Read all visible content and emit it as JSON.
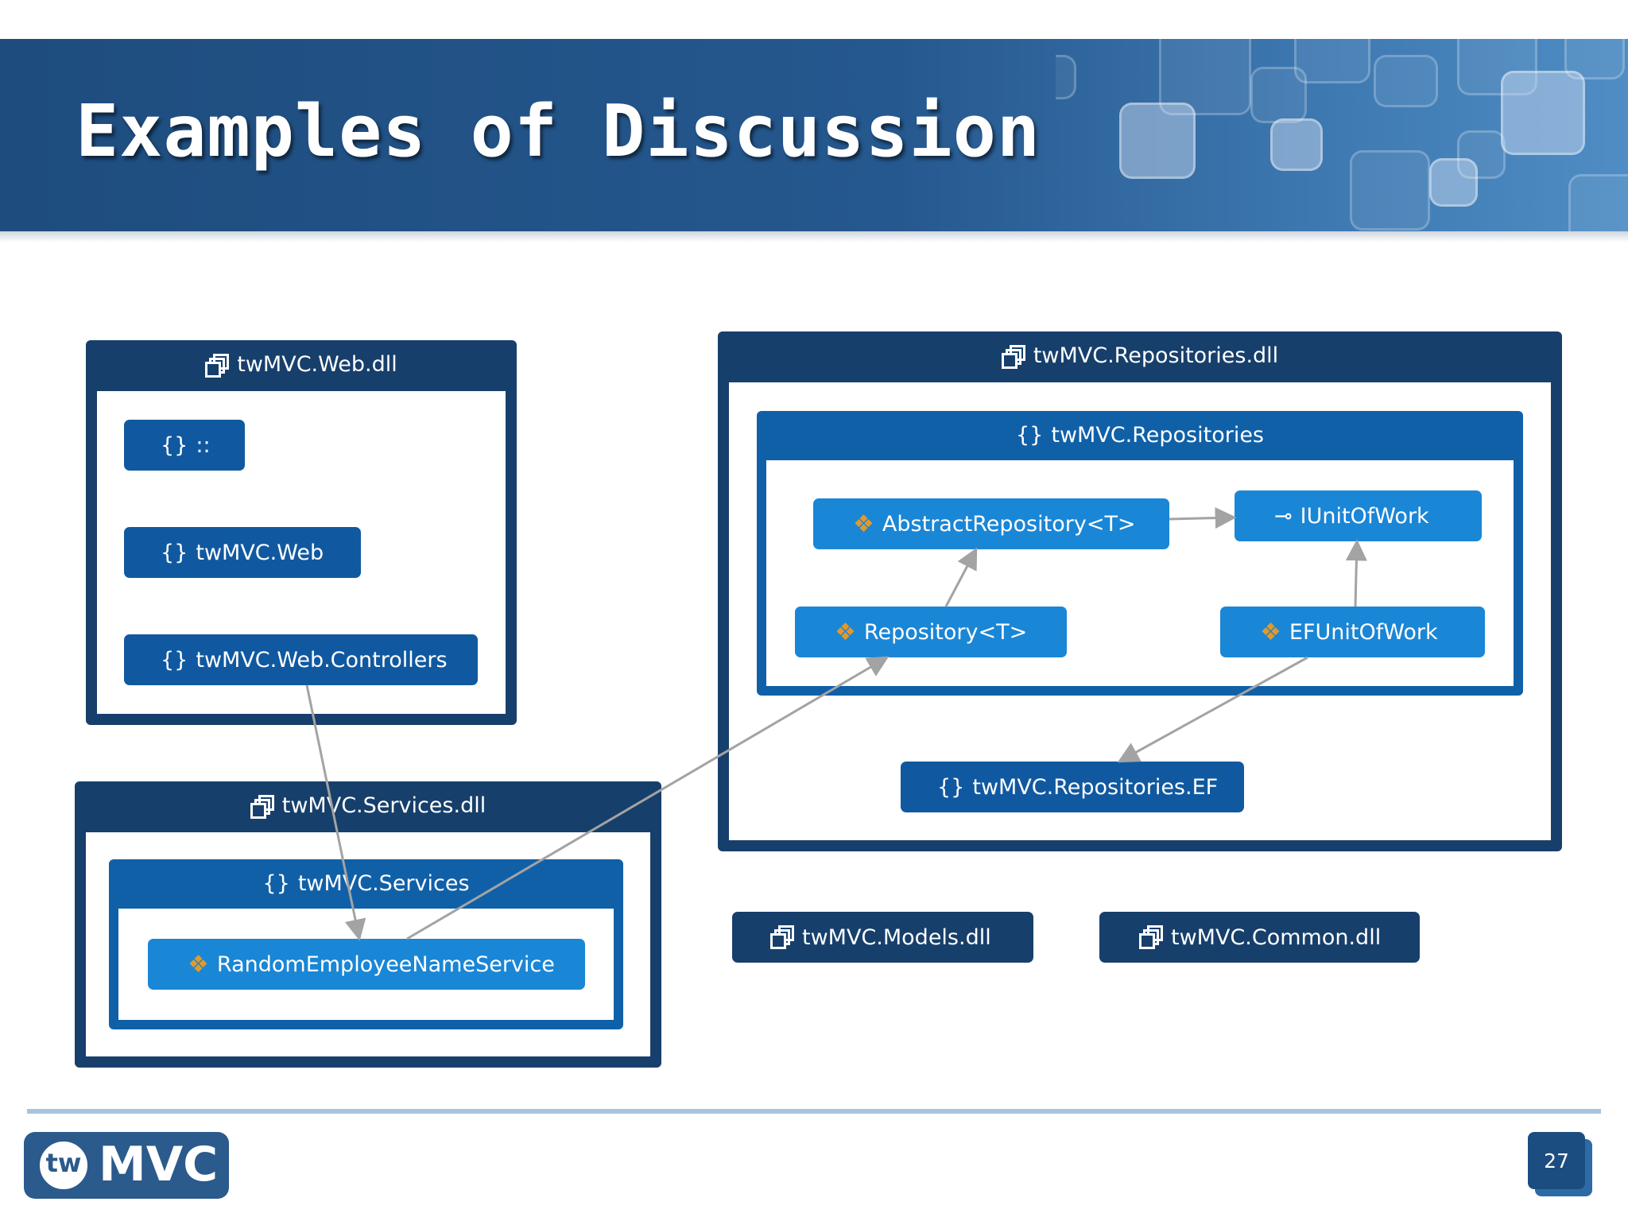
{
  "slide": {
    "title": "Examples of Discussion",
    "page_number": "27"
  },
  "logo": {
    "mark": "tw",
    "text": "MVC"
  },
  "diagram": {
    "web_dll": {
      "label": "twMVC.Web.dll",
      "namespaces": [
        "::",
        "twMVC.Web",
        "twMVC.Web.Controllers"
      ]
    },
    "services_dll": {
      "label": "twMVC.Services.dll",
      "namespace": "twMVC.Services",
      "class": "RandomEmployeeNameService"
    },
    "repositories_dll": {
      "label": "twMVC.Repositories.dll",
      "namespace": "twMVC.Repositories",
      "abstract_repository": "AbstractRepository<T>",
      "iunitofwork": "IUnitOfWork",
      "repository": "Repository<T>",
      "efunitofwork": "EFUnitOfWork",
      "ef_namespace": "twMVC.Repositories.EF"
    },
    "models_dll": "twMVC.Models.dll",
    "common_dll": "twMVC.Common.dll"
  },
  "colors": {
    "assembly": "#173f6b",
    "namespace": "#1059a0",
    "type": "#1a86d6",
    "class_icon": "#e2992b",
    "arrow": "#a3a3a3"
  }
}
